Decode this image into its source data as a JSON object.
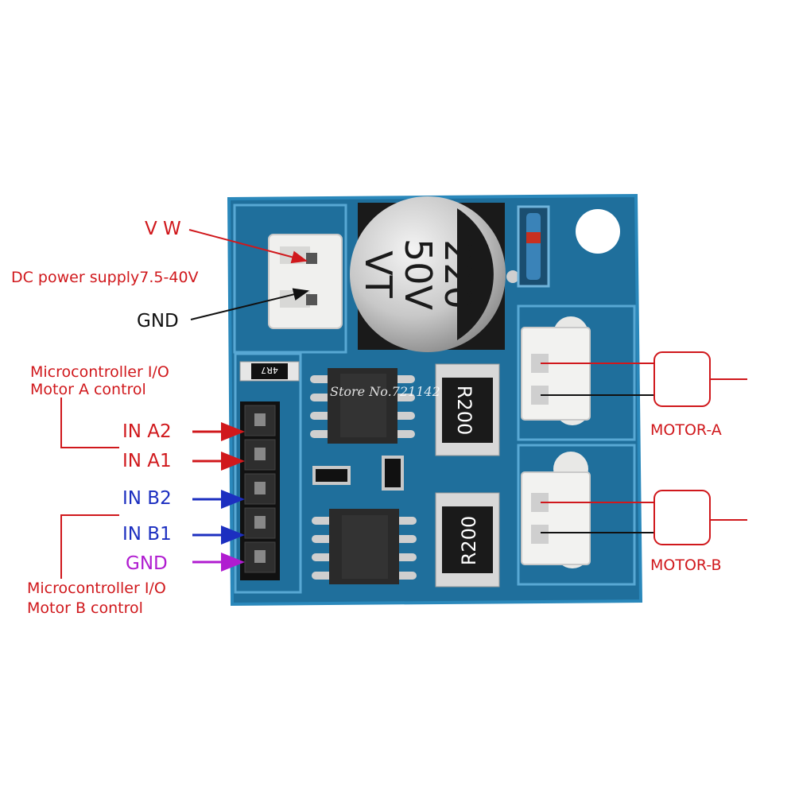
{
  "labels": {
    "vw": "V W",
    "dc_supply": "DC power supply7.5-40V",
    "gnd_power": "GND",
    "mcu_a_line1": "Microcontroller I/O",
    "mcu_a_line2": "Motor A control",
    "in_a2": "IN A2",
    "in_a1": "IN A1",
    "in_b2": "IN B2",
    "in_b1": "IN B1",
    "gnd_signal": "GND",
    "mcu_b_line1": "Microcontroller I/O",
    "mcu_b_line2": "Motor B control",
    "motor_a": "MOTOR-A",
    "motor_b": "MOTOR-B"
  },
  "components": {
    "capacitor_line1": "220",
    "capacitor_line2": "50V",
    "capacitor_line3": "VT",
    "resistor_top": "R200",
    "resistor_bottom": "R200",
    "smd_small": "4R7"
  },
  "watermark": "Store No.721142",
  "colors": {
    "pcb": "#1f6f9c",
    "label_red": "#d0181c",
    "label_blue": "#1c2fc0",
    "label_purple": "#b01cd0"
  }
}
